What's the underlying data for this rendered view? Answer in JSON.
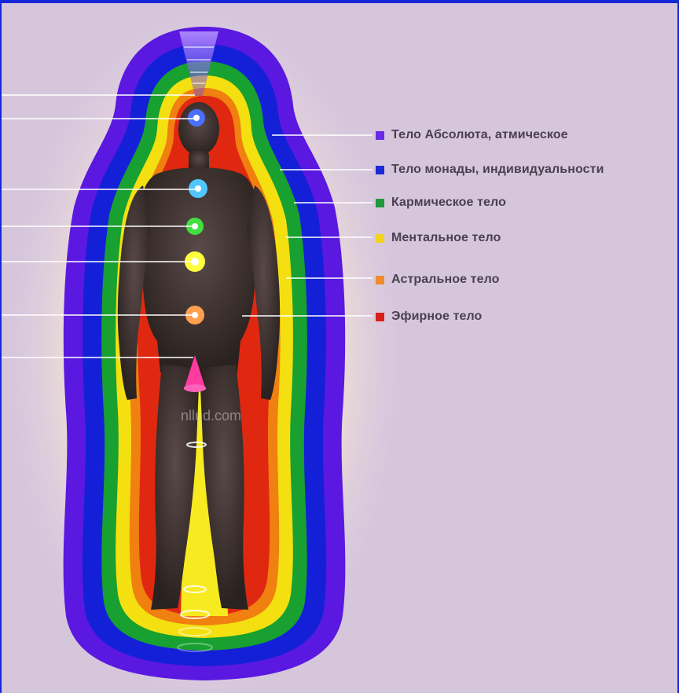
{
  "watermark": "nllud.com",
  "legend": [
    {
      "label": "Тело Абсолюта, атмическое",
      "color": "#6a2ae8"
    },
    {
      "label": "Тело монады, индивидуальности",
      "color": "#1a2ad8"
    },
    {
      "label": "Кармическое тело",
      "color": "#1e9a3c"
    },
    {
      "label": "Ментальное тело",
      "color": "#f2d21a"
    },
    {
      "label": "Астральное тело",
      "color": "#f08a2a"
    },
    {
      "label": "Эфирное тело",
      "color": "#d8201a"
    }
  ],
  "aura_layers": [
    {
      "name": "atmic-body",
      "color": "#5a18e0"
    },
    {
      "name": "monadic-body",
      "color": "#1420d8"
    },
    {
      "name": "karmic-body",
      "color": "#18a030"
    },
    {
      "name": "mental-body",
      "color": "#f4e010"
    },
    {
      "name": "astral-body",
      "color": "#f08010"
    },
    {
      "name": "etheric-body",
      "color": "#e02810"
    }
  ],
  "chakras": [
    {
      "name": "crown-chakra",
      "color": "#8a60ff"
    },
    {
      "name": "third-eye-chakra",
      "color": "#4a70ff"
    },
    {
      "name": "throat-chakra",
      "color": "#50c8ff"
    },
    {
      "name": "heart-chakra",
      "color": "#40e040"
    },
    {
      "name": "solar-plexus-chakra",
      "color": "#ffff40"
    },
    {
      "name": "sacral-chakra",
      "color": "#ffa050"
    },
    {
      "name": "root-chakra",
      "color": "#ff3aa0"
    }
  ]
}
